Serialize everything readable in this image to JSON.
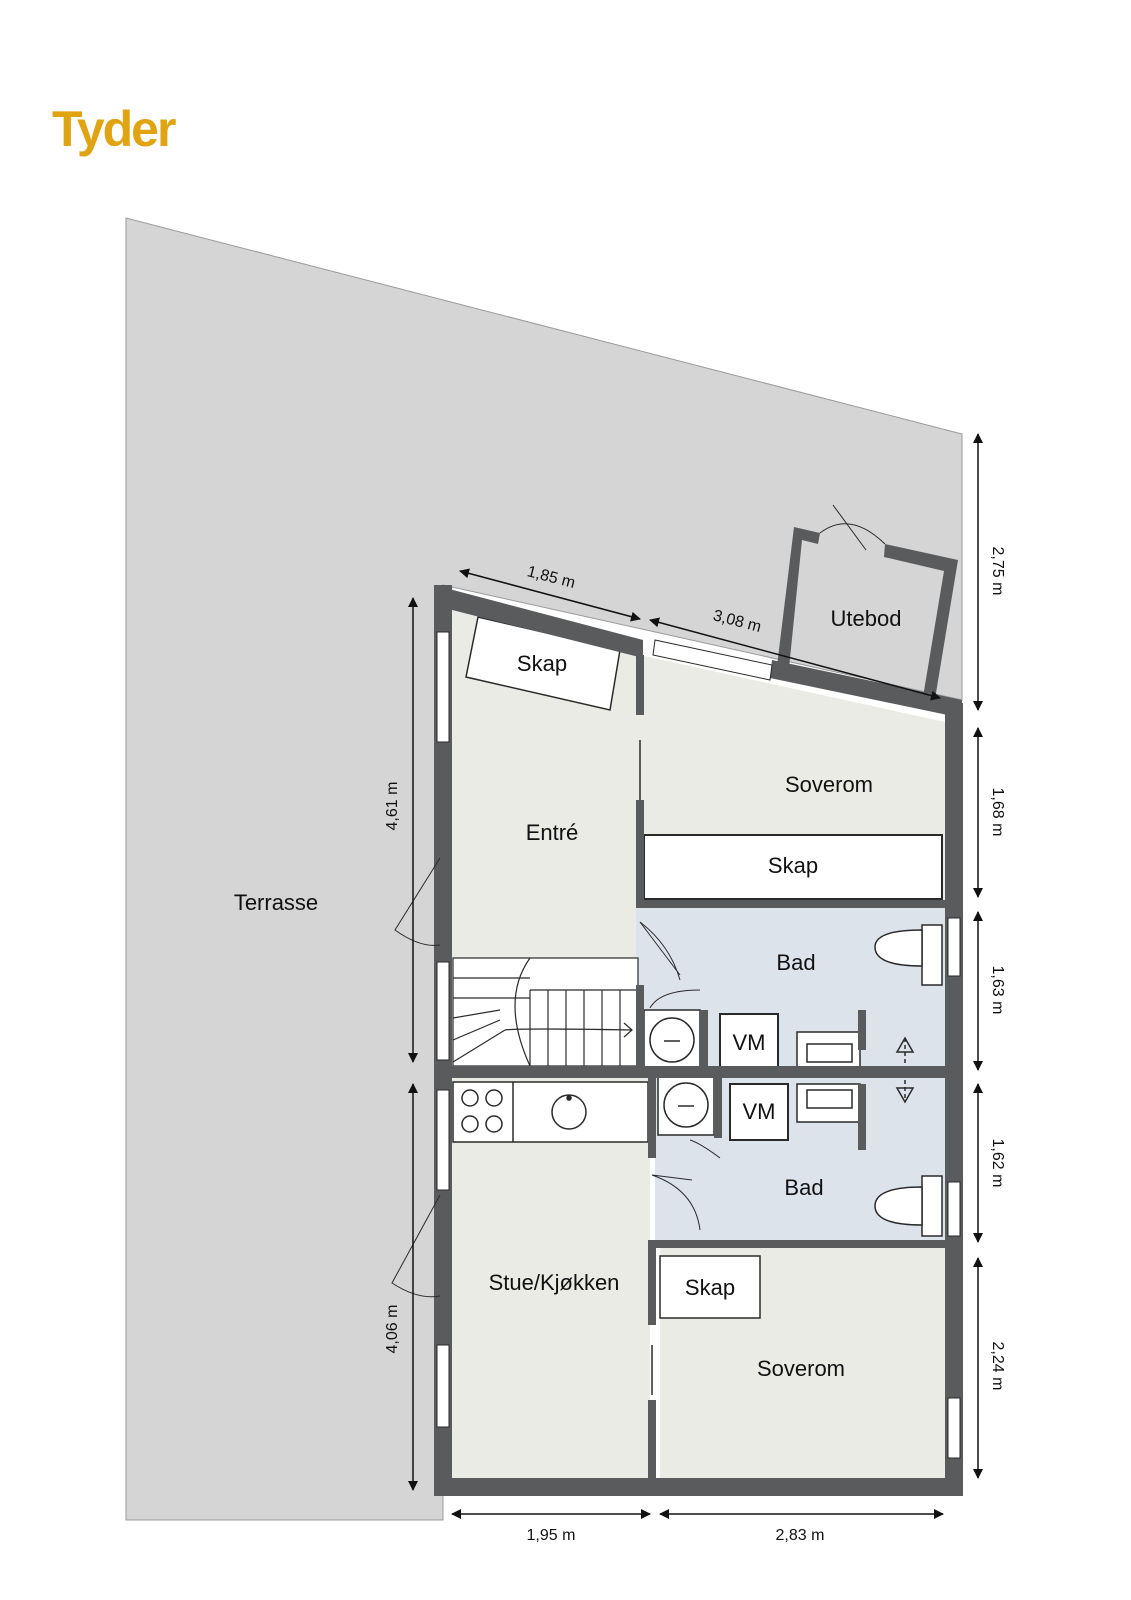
{
  "brand": {
    "logo_text": "Tyder",
    "color": "#e0a412"
  },
  "colors": {
    "terrace": "#d5d5d5",
    "dry_room": "#ebebe5",
    "wet_room": "#dde3eb",
    "wall": "#5a5b5d",
    "line": "#2a2a2a"
  },
  "rooms": {
    "terrasse": "Terrasse",
    "utebod": "Utebod",
    "entre": "Entré",
    "skap_entre": "Skap",
    "soverom_top": "Soverom",
    "skap_soverom_top": "Skap",
    "bad_top": "Bad",
    "vm_top": "VM",
    "vm_bottom": "VM",
    "bad_bottom": "Bad",
    "stue_kjokken": "Stue/Kjøkken",
    "skap_soverom_bottom": "Skap",
    "soverom_bottom": "Soverom"
  },
  "dimensions": {
    "top_left": "1,85 m",
    "top_right": "3,08 m",
    "left_upper": "4,61 m",
    "left_lower": "4,06 m",
    "right_1": "2,75 m",
    "right_2": "1,68 m",
    "right_3": "1,63 m",
    "right_4": "1,62 m",
    "right_5": "2,24 m",
    "bottom_left": "1,95 m",
    "bottom_right": "2,83 m"
  }
}
